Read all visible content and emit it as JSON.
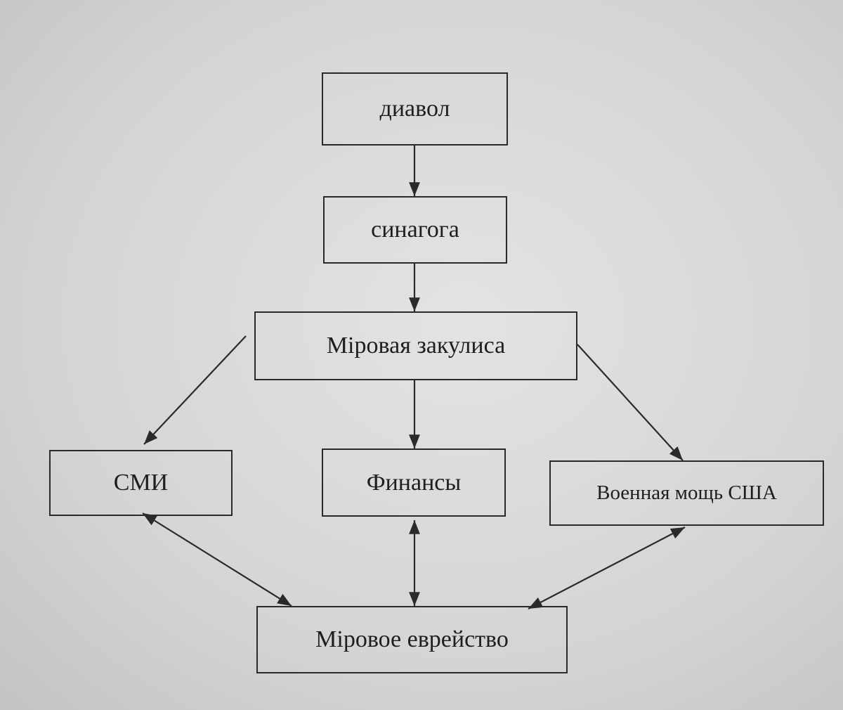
{
  "nodes": {
    "devil": "диавол",
    "synagogue": "синагога",
    "world_backstage": "Міровая закулиса",
    "media": "СМИ",
    "finance": "Финансы",
    "us_military": "Военная мощь США",
    "world_jewry": "Міровое еврейство"
  },
  "edges": [
    {
      "from": "devil",
      "to": "synagogue",
      "direction": "one-way"
    },
    {
      "from": "synagogue",
      "to": "world_backstage",
      "direction": "one-way"
    },
    {
      "from": "world_backstage",
      "to": "media",
      "direction": "one-way"
    },
    {
      "from": "world_backstage",
      "to": "finance",
      "direction": "one-way"
    },
    {
      "from": "world_backstage",
      "to": "us_military",
      "direction": "one-way"
    },
    {
      "from": "media",
      "to": "world_jewry",
      "direction": "two-way"
    },
    {
      "from": "finance",
      "to": "world_jewry",
      "direction": "two-way"
    },
    {
      "from": "us_military",
      "to": "world_jewry",
      "direction": "two-way"
    }
  ]
}
